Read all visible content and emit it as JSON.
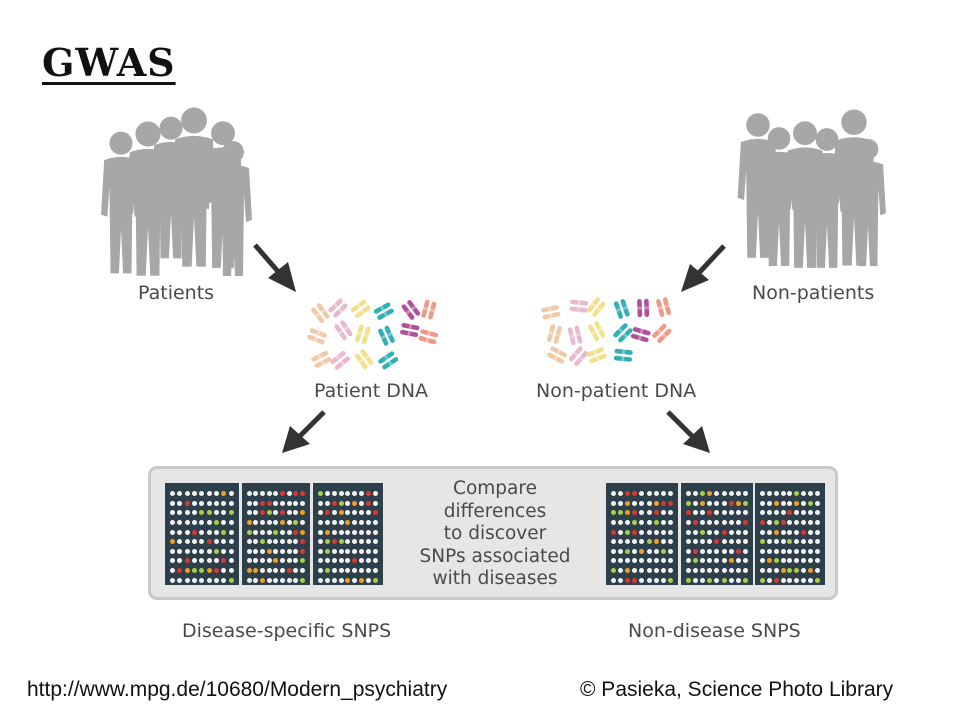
{
  "title": "GWAS",
  "labels": {
    "patients": "Patients",
    "non_patients": "Non-patients",
    "patient_dna": "Patient DNA",
    "non_patient_dna": "Non-patient DNA",
    "compare_lines": [
      "Compare",
      "differences",
      "to discover",
      "SNPs associated",
      "with diseases"
    ],
    "disease_snps": "Disease-specific SNPS",
    "non_disease_snps": "Non-disease SNPS"
  },
  "footer": {
    "url": "http://www.mpg.de/10680/Modern_psychiatry",
    "credit": "© Pasieka, Science Photo Library"
  },
  "colors": {
    "people": "#a7a7a7",
    "arrow": "#333333",
    "chromosomes": [
      "#f2c9a8",
      "#e8b8cf",
      "#f3e08a",
      "#2fb0b6",
      "#b0509b",
      "#ee9a86"
    ],
    "panel_bg": "#e6e6e6",
    "snp_grid_bg": "#2d3f4a",
    "snp_dot_colors": [
      "#f4f4f4",
      "#d63a32",
      "#f0a023",
      "#a8cf45"
    ]
  }
}
